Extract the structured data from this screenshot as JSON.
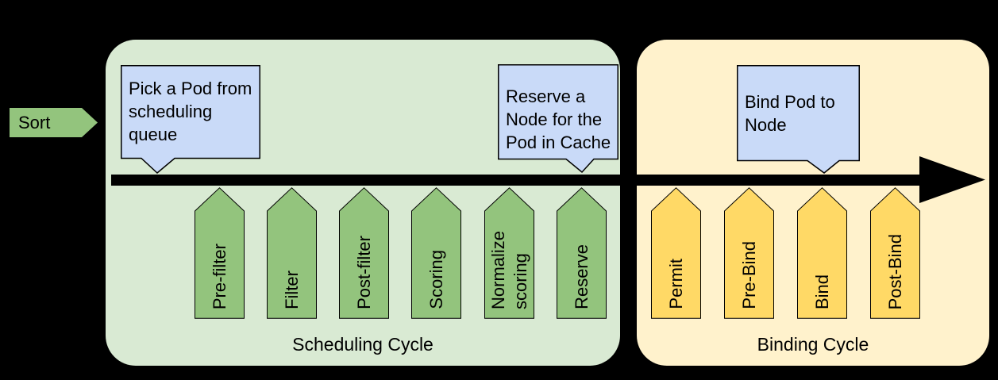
{
  "sort": {
    "label": "Sort"
  },
  "scheduling": {
    "label": "Scheduling Cycle",
    "stages": [
      "Pre-filter",
      "Filter",
      "Post-filter",
      "Scoring",
      "Normalize scoring",
      "Reserve"
    ]
  },
  "binding": {
    "label": "Binding Cycle",
    "stages": [
      "Permit",
      "Pre-Bind",
      "Bind",
      "Post-Bind"
    ]
  },
  "callouts": [
    {
      "text": "Pick a Pod from scheduling queue"
    },
    {
      "text": "Reserve a Node for the Pod in Cache"
    },
    {
      "text": "Bind Pod to Node"
    }
  ],
  "colors": {
    "background": "#000000",
    "scheduling_panel": "#d9ead3",
    "scheduling_arrow": "#93c47d",
    "binding_panel": "#fff2cc",
    "binding_arrow": "#ffd966",
    "callout_fill": "#c9daf8",
    "outline": "#000000",
    "timeline": "#000000"
  }
}
